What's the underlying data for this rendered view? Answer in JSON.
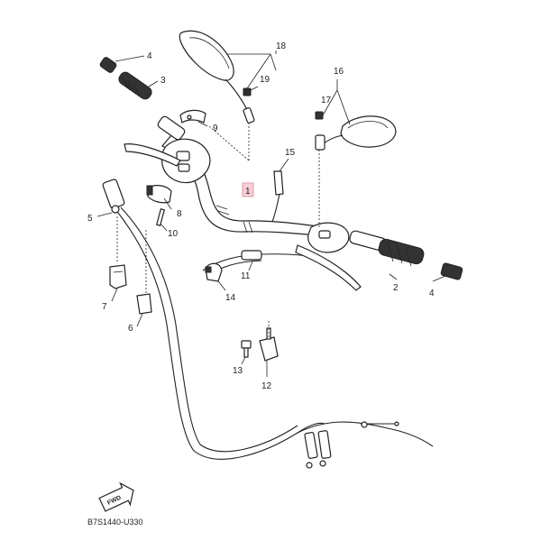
{
  "diagram": {
    "callouts": {
      "c1": "1",
      "c2": "2",
      "c3": "3",
      "c4a": "4",
      "c4b": "4",
      "c5": "5",
      "c6": "6",
      "c7": "7",
      "c8": "8",
      "c9": "9",
      "c10": "10",
      "c11": "11",
      "c12": "12",
      "c13": "13",
      "c14": "14",
      "c15": "15",
      "c16": "16",
      "c17": "17",
      "c18": "18",
      "c19": "19"
    },
    "fwd_label": "FWD",
    "diagram_code": "B7S1440-U330",
    "highlight_color": "#f7cfd6"
  }
}
